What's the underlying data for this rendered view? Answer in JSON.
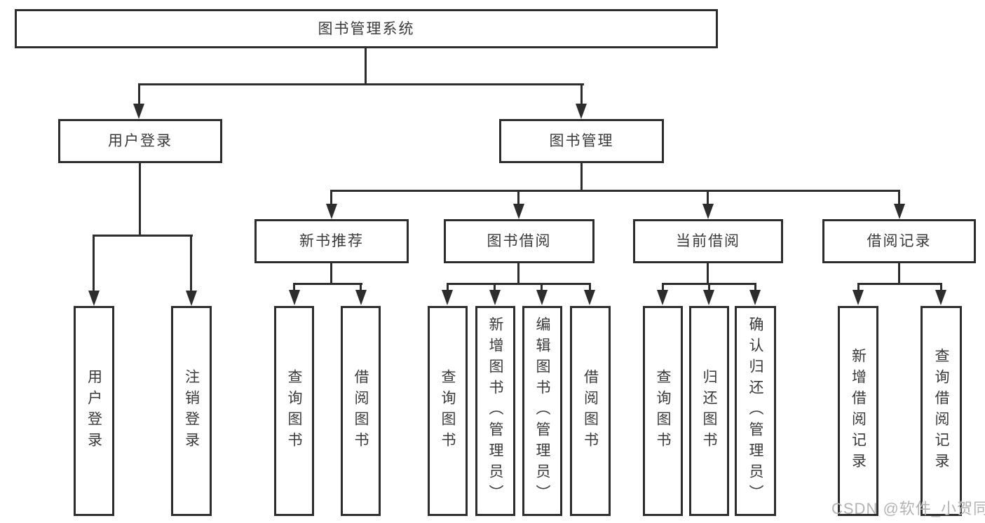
{
  "diagram": {
    "root": {
      "label": "图书管理系统"
    },
    "branches": [
      {
        "label": "用户登录",
        "children": [
          {
            "label": "用户登录"
          },
          {
            "label": "注销登录"
          }
        ]
      },
      {
        "label": "图书管理",
        "children": [
          {
            "label": "新书推荐",
            "children": [
              {
                "label": "查询图书"
              },
              {
                "label": "借阅图书"
              }
            ]
          },
          {
            "label": "图书借阅",
            "children": [
              {
                "label": "查询图书"
              },
              {
                "label": "新增图书（管理员）"
              },
              {
                "label": "编辑图书（管理员）"
              },
              {
                "label": "借阅图书"
              }
            ]
          },
          {
            "label": "当前借阅",
            "children": [
              {
                "label": "查询图书"
              },
              {
                "label": "归还图书"
              },
              {
                "label": "确认归还（管理员）"
              }
            ]
          },
          {
            "label": "借阅记录",
            "children": [
              {
                "label": "新增借阅记录"
              },
              {
                "label": "查询借阅记录"
              }
            ]
          }
        ]
      }
    ],
    "watermark": "CSDN @软件_小贺同学",
    "colors": {
      "line": "#2d2d2d",
      "text": "#3a3a3a",
      "watermark": "#b3b3b3",
      "background": "#ffffff"
    }
  }
}
